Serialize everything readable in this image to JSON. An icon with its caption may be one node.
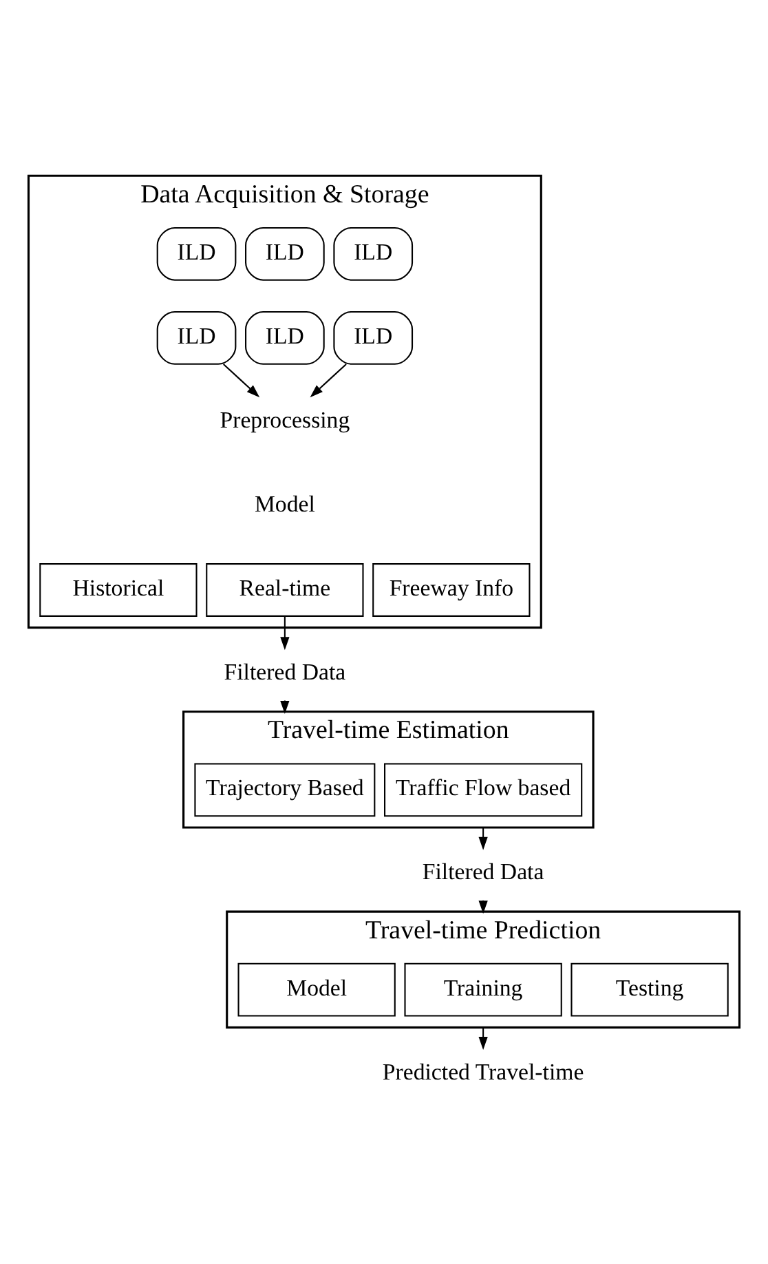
{
  "diagram": {
    "nodes": [
      {
        "text": [
          "Data Acquisition & Storage"
        ]
      },
      {
        "text": [
          "ILD"
        ],
        "in": 0
      },
      {
        "text": [
          "ILD"
        ],
        "in": 0
      },
      {
        "text": [
          "ILD"
        ],
        "in": 0
      },
      {
        "text": [
          "ILD"
        ],
        "in": 0
      },
      {
        "text": [
          "ILD"
        ],
        "in": 0
      },
      {
        "text": [
          "ILD"
        ],
        "in": 0
      },
      {
        "text": [
          "Preprocessing"
        ],
        "in": 0
      },
      {
        "text": [
          "Model"
        ],
        "in": 0
      },
      {
        "text": [
          "Historical"
        ],
        "in": 0
      },
      {
        "text": [
          "Real-time"
        ],
        "in": 0
      },
      {
        "text": [
          "Freeway Info"
        ],
        "in": 0
      },
      {
        "text": [
          "Filtered Data"
        ]
      },
      {
        "text": [
          "Travel-time Estimation"
        ]
      },
      {
        "text": [
          "Trajectory Based"
        ],
        "in": 13
      },
      {
        "text": [
          "Traffic Flow based"
        ],
        "in": 13
      },
      {
        "text": [
          "Filtered Data"
        ]
      },
      {
        "text": [
          "Travel-time Prediction"
        ]
      },
      {
        "text": [
          "Model"
        ],
        "in": 17
      },
      {
        "text": [
          "Training"
        ],
        "in": 17
      },
      {
        "text": [
          "Testing"
        ],
        "in": 17
      },
      {
        "text": [
          "Predicted Travel-time"
        ]
      }
    ],
    "edges": [
      {
        "from": 4,
        "to": 7,
        "arrow": "to"
      },
      {
        "from": 6,
        "to": 7,
        "arrow": "to"
      },
      {
        "from": 10,
        "to": 12,
        "arrow": "to"
      },
      {
        "from": 12,
        "to": 13,
        "arrow": "to"
      },
      {
        "from": 13,
        "to": 16,
        "arrow": "to"
      },
      {
        "from": 16,
        "to": 17,
        "arrow": "to"
      },
      {
        "from": 17,
        "to": 21,
        "arrow": "to"
      }
    ]
  }
}
